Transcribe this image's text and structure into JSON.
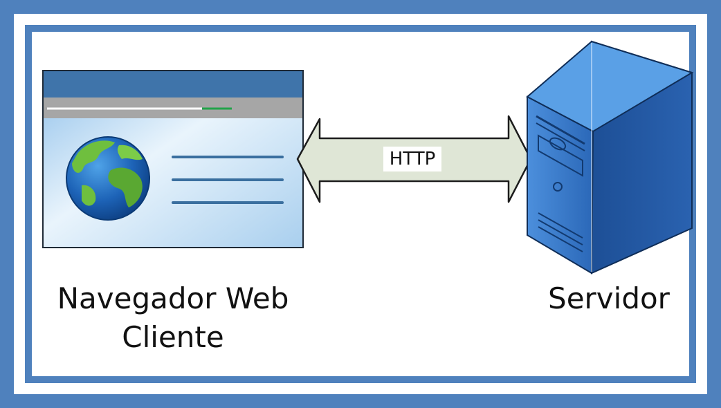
{
  "diagram": {
    "client": {
      "line1": "Navegador Web",
      "line2": "Cliente"
    },
    "server": {
      "label": "Servidor"
    },
    "connection": {
      "label": "HTTP"
    }
  },
  "colors": {
    "frame": "#4f81bd",
    "arrow_fill": "#dfe6d6",
    "server_blue": "#2e6fc4",
    "browser_titlebar": "#3f74aa",
    "browser_toolbar": "#a6a6a6",
    "progress_green": "#22a34a"
  },
  "icons": {
    "client": "browser-window-icon",
    "globe": "globe-icon",
    "server": "server-tower-icon",
    "arrow": "double-arrow-icon"
  }
}
